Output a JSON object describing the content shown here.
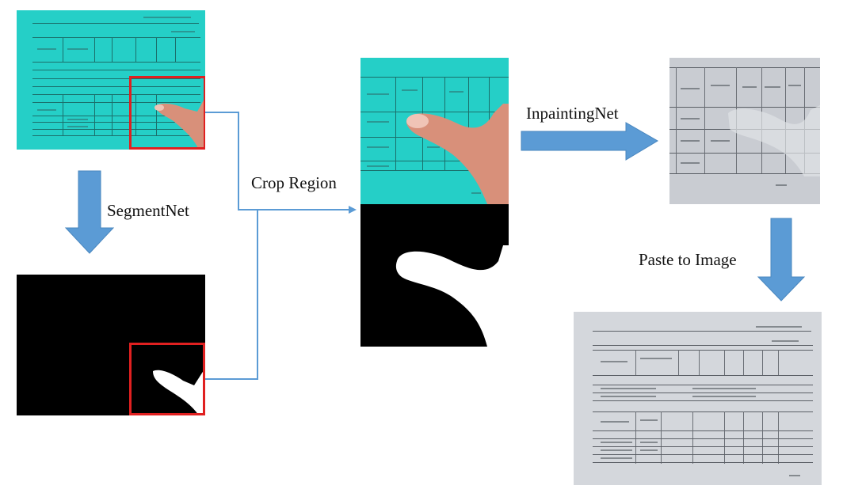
{
  "labels": {
    "segment_net": "SegmentNet",
    "crop_region": "Crop Region",
    "inpainting_net": "InpaintingNet",
    "paste_to_image": "Paste to Image"
  },
  "colors": {
    "arrow_fill": "#5b9bd5",
    "arrow_stroke": "#4a87bf",
    "connector": "#5b9bd5",
    "crop_box": "#e02020",
    "document_cyan": "#25cfc7",
    "document_gray": "#c9ccd2",
    "mask_background": "#000000",
    "mask_hand": "#ffffff"
  }
}
